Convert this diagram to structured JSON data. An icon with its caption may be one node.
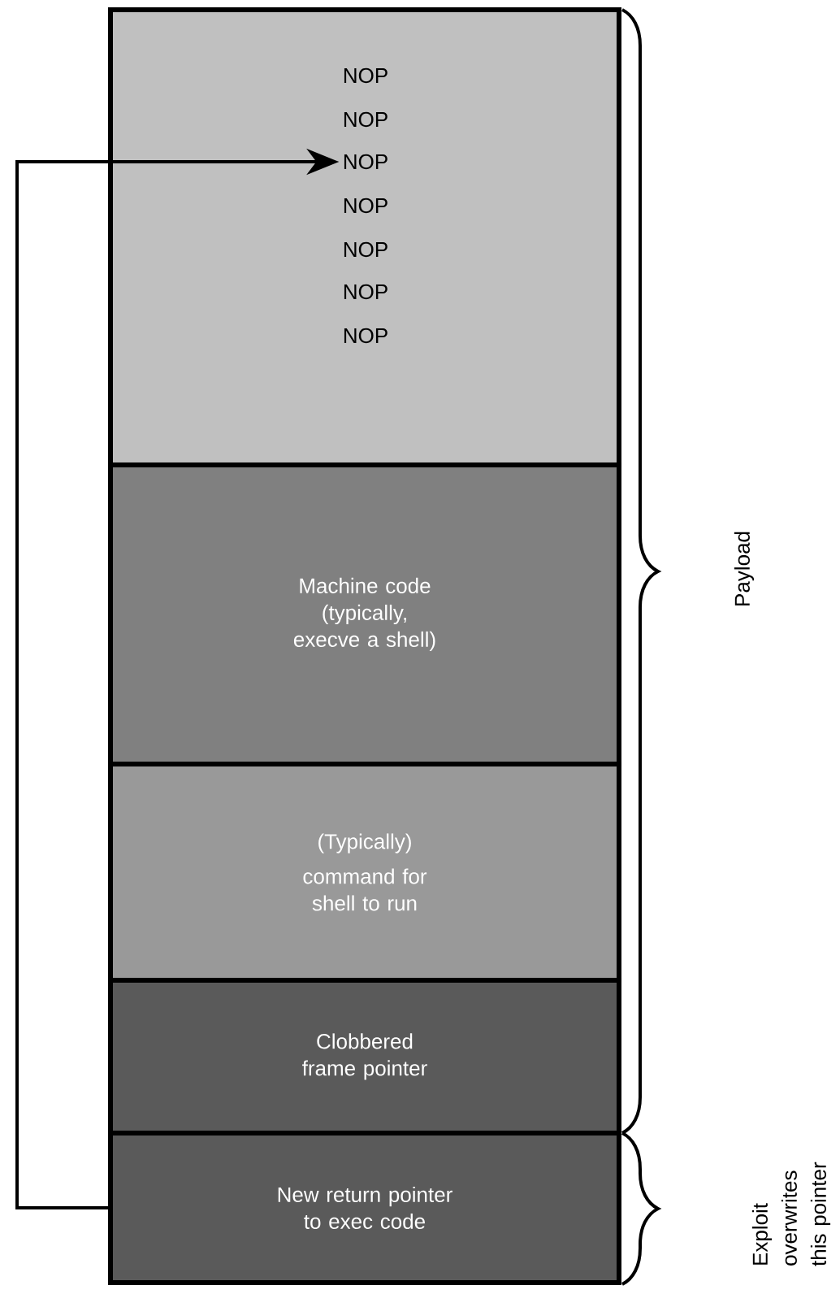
{
  "diagram": {
    "nodes": [
      {
        "text": [],
        "shape": "box"
      },
      {
        "text": [
          "NOP"
        ],
        "in": 0
      },
      {
        "text": [
          "NOP"
        ],
        "in": 0
      },
      {
        "text": [
          "NOP"
        ],
        "in": 0
      },
      {
        "text": [
          "NOP"
        ],
        "in": 0
      },
      {
        "text": [
          "NOP"
        ],
        "in": 0
      },
      {
        "text": [
          "NOP"
        ],
        "in": 0
      },
      {
        "text": [
          "NOP"
        ],
        "in": 0
      },
      {
        "text": [
          "Machine code (typically, execve a shell)"
        ]
      },
      {
        "text": [
          "(Typically)",
          "command for shell to run"
        ]
      },
      {
        "text": [
          "Clobbered frame pointer"
        ]
      },
      {
        "text": [
          "New return pointer to exec code"
        ]
      }
    ],
    "edges": [
      {
        "from": 11,
        "to": 3,
        "arrow": "to"
      }
    ],
    "labels": [
      "Payload",
      "Exploit overwrites this pointer"
    ]
  }
}
